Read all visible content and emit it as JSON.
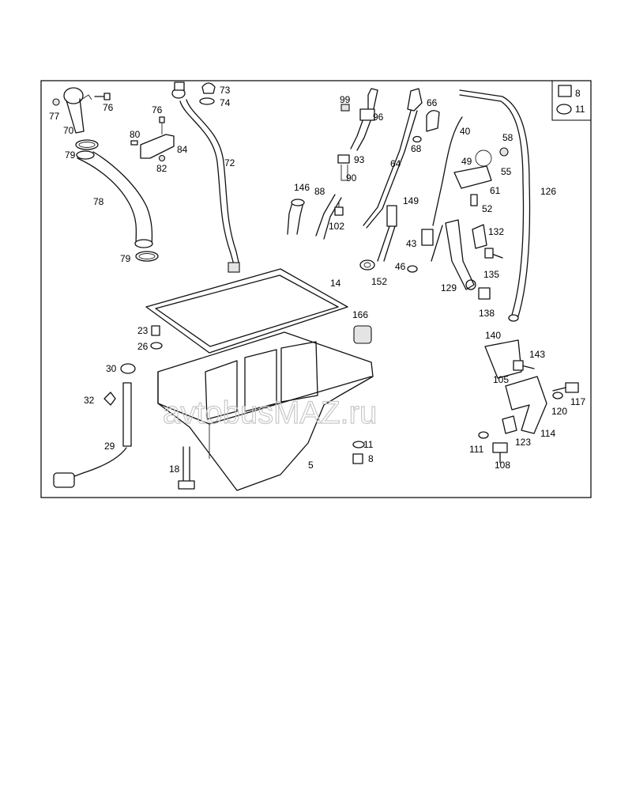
{
  "watermark": "avtobusMAZ.ru",
  "callouts": [
    "77",
    "76",
    "70",
    "79",
    "78",
    "79",
    "76",
    "80",
    "84",
    "82",
    "73",
    "74",
    "72",
    "99",
    "96",
    "93",
    "90",
    "146",
    "88",
    "102",
    "64",
    "66",
    "68",
    "40",
    "49",
    "58",
    "55",
    "61",
    "52",
    "126",
    "8",
    "11",
    "149",
    "43",
    "46",
    "152",
    "132",
    "135",
    "129",
    "138",
    "14",
    "166",
    "23",
    "26",
    "30",
    "32",
    "29",
    "18",
    "5",
    "11",
    "8",
    "140",
    "143",
    "105",
    "117",
    "120",
    "114",
    "123",
    "111",
    "108"
  ]
}
